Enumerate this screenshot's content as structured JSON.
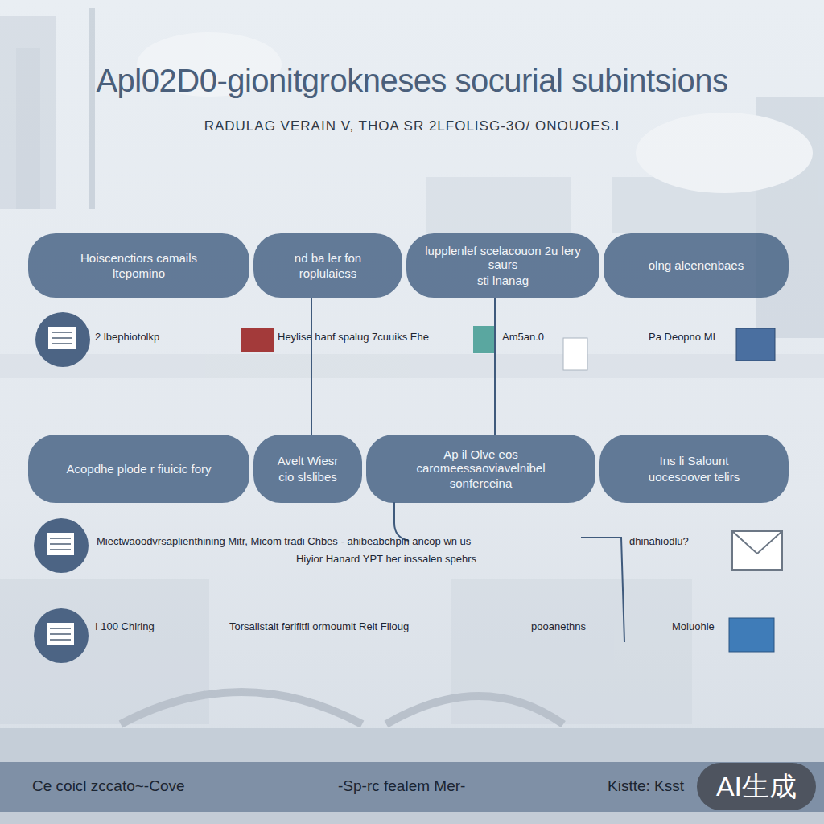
{
  "diagram": {
    "title": "Apl02D0-gionitgrokneses socurial subintsions",
    "nodes": [
      {
        "text": [
          "Hoiscenctiors camails",
          "ltepomino"
        ]
      },
      {
        "text": [
          "nd ba ler fon",
          "roplulaiess"
        ]
      },
      {
        "text": [
          "lupplenlef scelacouon 2u lery saurs",
          "sti lnanag"
        ]
      },
      {
        "text": [
          "olng aleenenbaes"
        ]
      },
      {
        "text": [
          "Acopdhe plode r fiuicic fory"
        ]
      },
      {
        "text": [
          "Avelt Wiesr",
          "cio slslibes"
        ]
      },
      {
        "text": [
          "Ap il Olve eos caromeessaoviavelnibel",
          "sonferceina"
        ]
      },
      {
        "text": [
          "Ins li Salount",
          "uocesoover telirs"
        ]
      }
    ],
    "edges": [
      {
        "from": 1,
        "to": 5,
        "arrow": "none"
      },
      {
        "from": 2,
        "to": 6,
        "arrow": "none"
      }
    ],
    "labels": [
      "RADULAG VERAIN V, THOA SR 2LFOLISG-3O/ ONOUOES.I",
      "2 lbephiotolkp",
      "Heylise hanf spalug 7cuuiks Ehe",
      "Am5an.0",
      "Pa Deopno MI",
      "Miectwaoodvrsaplienthining Mitr, Micom tradi Chbes - ahibeabchpin ancop wn us",
      "Hiyior Hanard YPT her inssalen spehrs",
      "dhinahiodlu?",
      "I 100 Chiring",
      "Torsalistalt ferifitfi ormoumit Reit Filoug",
      "pooanethns",
      "Moiuohie",
      "Ce coicl zccato~-Cove",
      "-Sp-rc fealem Mer-",
      "Kistte: Ksst",
      "AI生成"
    ]
  }
}
